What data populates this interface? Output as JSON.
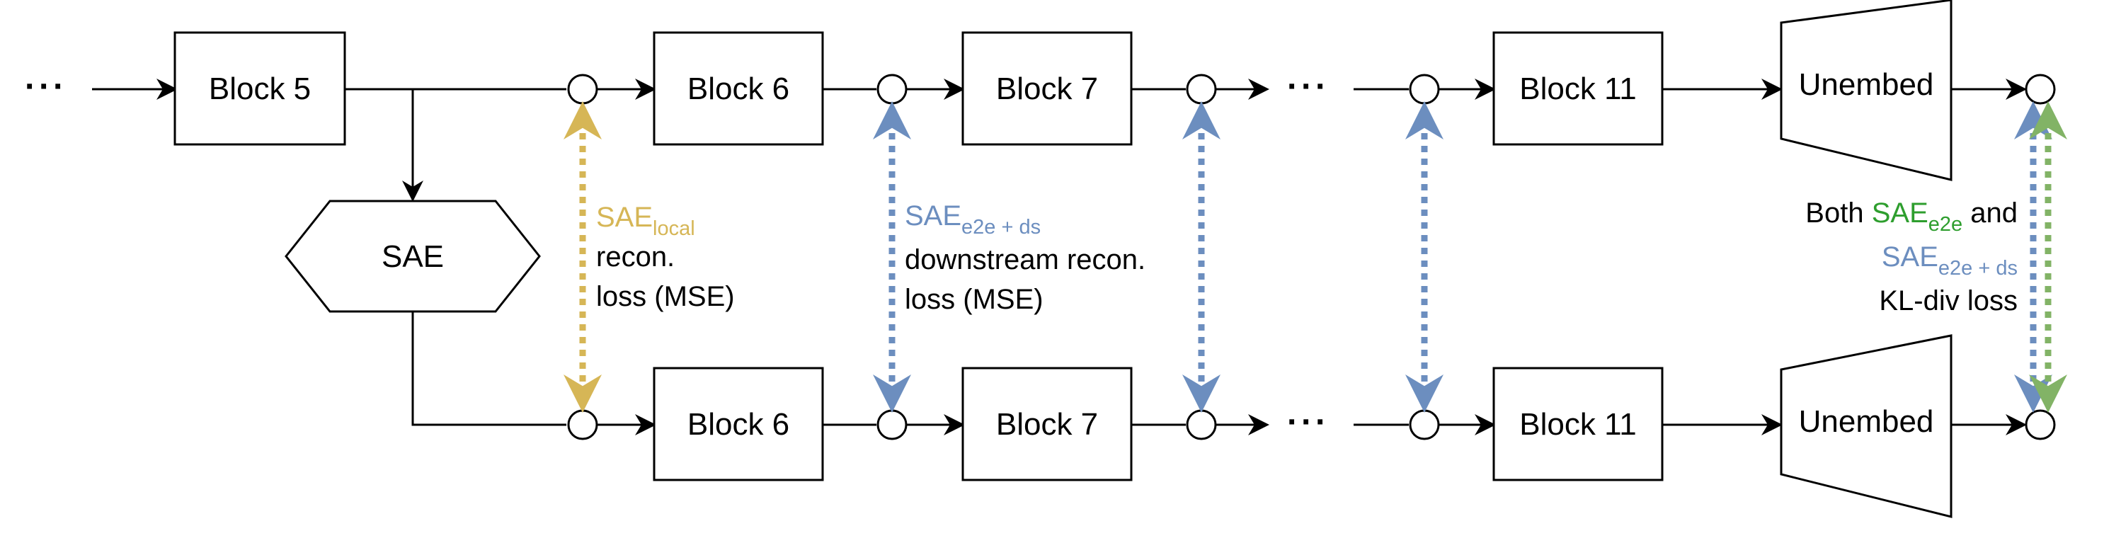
{
  "ellipsis": "···",
  "blocks": {
    "block5": "Block 5",
    "block6": "Block 6",
    "block7": "Block 7",
    "block11": "Block 11",
    "unembed": "Unembed",
    "sae": "SAE"
  },
  "annotations": {
    "local": {
      "main": "SAE",
      "sub": "local",
      "line2": "recon.",
      "line3": "loss (MSE)"
    },
    "e2eds": {
      "main": "SAE",
      "sub": "e2e + ds",
      "line2": "downstream recon.",
      "line3": "loss (MSE)"
    },
    "kl": {
      "prefix": "Both ",
      "main_a": "SAE",
      "sub_a": "e2e",
      "suffix": " and",
      "main_b": "SAE",
      "sub_b": "e2e + ds",
      "line3": "KL-div loss"
    }
  },
  "colors": {
    "local": "#d6b656",
    "e2e_ds": "#6c8ebf",
    "e2e": "#82b366",
    "green_text": "#2e9e2e",
    "line": "#000000"
  },
  "icons": {
    "arrow": "solid-triangle-arrowhead",
    "double_arrow": "dotted-double-headed-arrow",
    "node": "hollow-circle"
  }
}
